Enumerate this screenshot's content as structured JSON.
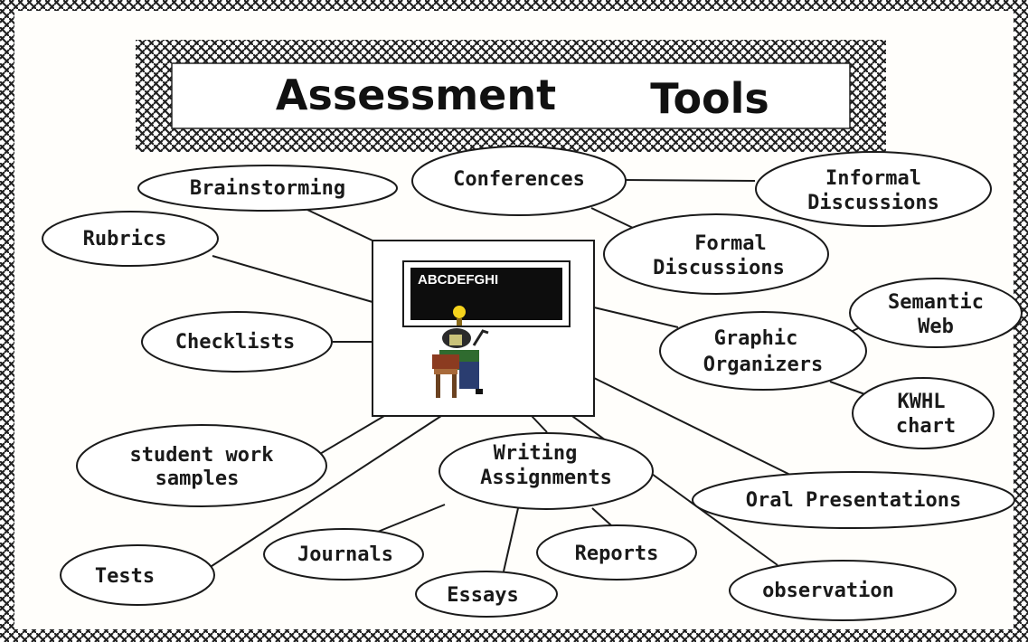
{
  "title": {
    "word1": "Assessment",
    "word2": "Tools"
  },
  "center_board_text": "ABCDEFGHI",
  "nodes": {
    "brainstorming": {
      "lines": [
        "Brainstorming"
      ]
    },
    "conferences": {
      "lines": [
        "Conferences"
      ]
    },
    "informal": {
      "lines": [
        "Informal",
        "Discussions"
      ]
    },
    "rubrics": {
      "lines": [
        "Rubrics"
      ]
    },
    "formal": {
      "lines": [
        "Formal",
        "Discussions"
      ]
    },
    "semantic": {
      "lines": [
        "Semantic",
        "Web"
      ]
    },
    "checklists": {
      "lines": [
        "Checklists"
      ]
    },
    "graphic": {
      "lines": [
        "Graphic",
        "Organizers"
      ]
    },
    "kwhl": {
      "lines": [
        "KWHL",
        "chart"
      ]
    },
    "student": {
      "lines": [
        "student work",
        "samples"
      ]
    },
    "writing": {
      "lines": [
        "Writing",
        "Assignments"
      ]
    },
    "oral": {
      "lines": [
        "Oral Presentations"
      ]
    },
    "tests": {
      "lines": [
        "Tests"
      ]
    },
    "journals": {
      "lines": [
        "Journals"
      ]
    },
    "reports": {
      "lines": [
        "Reports"
      ]
    },
    "essays": {
      "lines": [
        "Essays"
      ]
    },
    "observation": {
      "lines": [
        "observation"
      ]
    }
  },
  "colors": {
    "ink": "#1a1a1a",
    "background": "#fffefb",
    "board": "#0d0d0d",
    "bulb": "#f5d31c"
  }
}
